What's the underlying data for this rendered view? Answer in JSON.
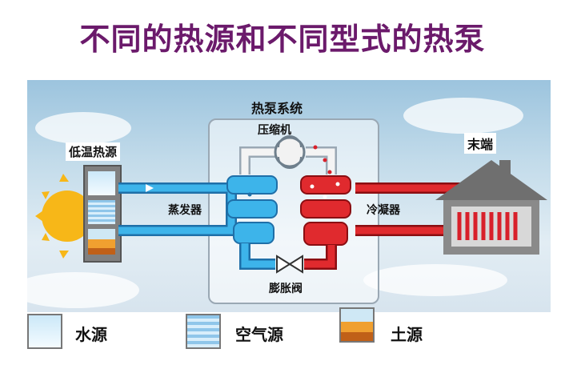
{
  "title": "不同的热源和不同型式的热泵",
  "diagram": {
    "system_label": "热泵系统",
    "compressor_label": "压缩机",
    "evaporator_label": "蒸发器",
    "condenser_label": "冷凝器",
    "expansion_valve_label": "膨胀阀",
    "low_temp_source_label": "低温热源",
    "terminal_label": "末端"
  },
  "legend": [
    {
      "label": "水源",
      "icon": "water-source-icon"
    },
    {
      "label": "空气源",
      "icon": "air-source-icon"
    },
    {
      "label": "土源",
      "icon": "soil-source-icon"
    }
  ],
  "colors": {
    "title": "#6b1a6b",
    "cold_loop": "#29a8e0",
    "hot_loop": "#d8202a",
    "pipe_light": "#f2f2f2"
  }
}
